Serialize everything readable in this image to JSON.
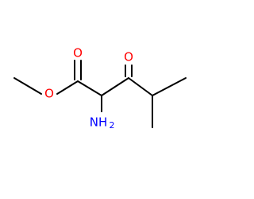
{
  "molecule": {
    "atoms": {
      "carbonyl_oxygen_ester": "O",
      "ether_oxygen": "O",
      "ketone_oxygen": "O",
      "amine_main": "NH",
      "amine_sub": "2"
    },
    "colors": {
      "oxygen": "#ff0000",
      "nitrogen": "#0000ff",
      "bond": "#000000",
      "background": "#ffffff"
    }
  }
}
